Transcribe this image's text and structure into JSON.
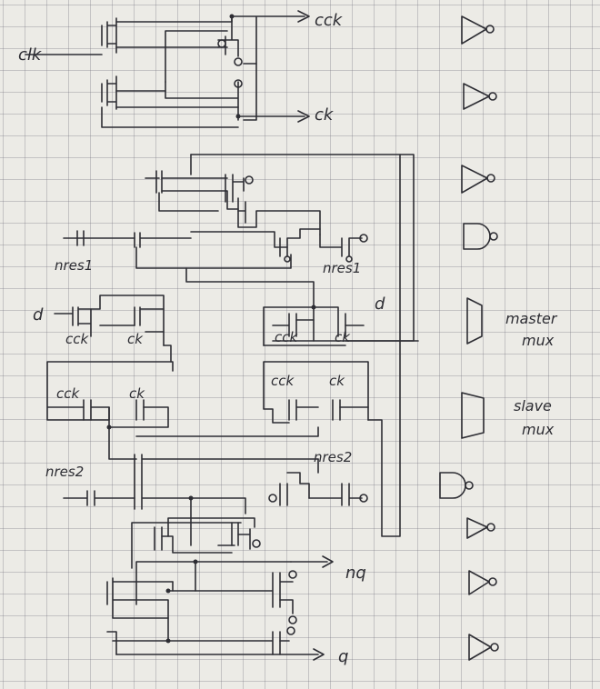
{
  "signals": {
    "clk_in": "clk",
    "cck_out": "cck",
    "ck_out": "ck",
    "nres1_left": "nres1",
    "nres1_right": "nres1",
    "d_left": "d",
    "d_right": "d",
    "cck_1": "cck",
    "ck_1": "ck",
    "cck_2": "cck",
    "ck_2": "ck",
    "cck_3": "cck",
    "ck_3": "ck",
    "cck_4": "cck",
    "ck_4": "ck",
    "nres2_left": "nres2",
    "nres2_right": "nres2",
    "nq_out": "nq",
    "q_out": "q"
  },
  "legend": {
    "master_line1": "master",
    "master_line2": "mux",
    "slave_line1": "slave",
    "slave_line2": "mux"
  },
  "gate_symbols": [
    "inverter",
    "inverter",
    "inverter",
    "nand",
    "master-mux",
    "slave-mux",
    "nand",
    "inverter",
    "inverter",
    "inverter"
  ]
}
